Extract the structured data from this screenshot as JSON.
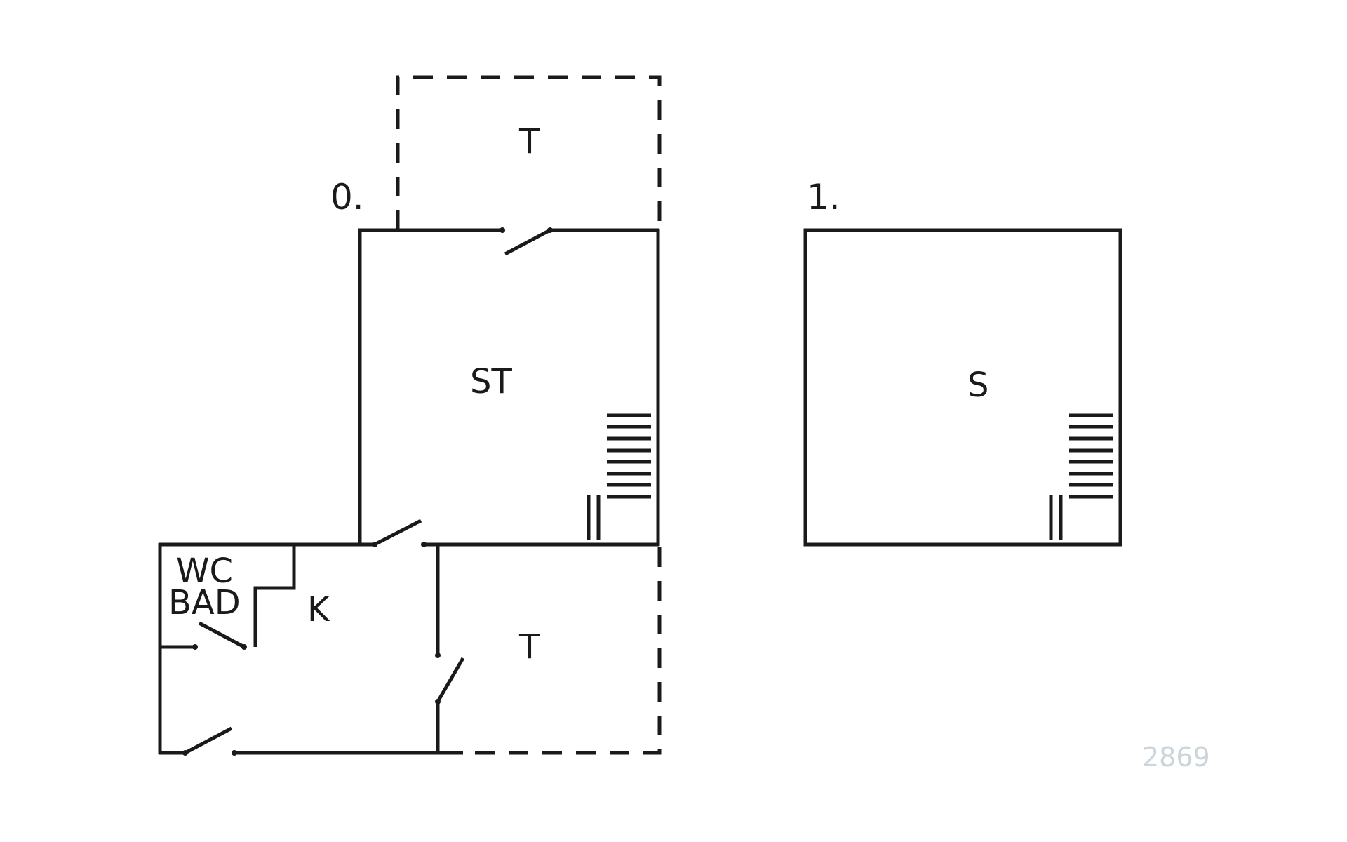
{
  "floors": {
    "ground": {
      "label": "0."
    },
    "upper": {
      "label": "1."
    }
  },
  "rooms": {
    "terrace_top": "T",
    "living": "ST",
    "wc": "WC",
    "bath": "BAD",
    "kitchen": "K",
    "terrace_bottom": "T",
    "bedroom": "S"
  },
  "reference_number": "2869"
}
